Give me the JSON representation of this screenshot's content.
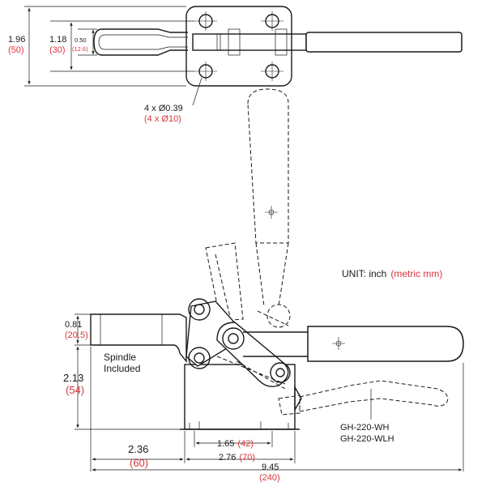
{
  "colors": {
    "ink": "#1a1a1a",
    "metric": "#d9353a"
  },
  "unit": {
    "label": "UNIT:  inch",
    "metric": "(metric mm)"
  },
  "top_view": {
    "h_outer": "1.96",
    "h_outer_mm": "(50)",
    "h_mid": "1.18",
    "h_mid_mm": "(30)",
    "h_slot": "0.50",
    "h_slot_mm": "(12.6)",
    "holes": "4 x Ø0.39",
    "holes_mm": "(4 x Ø10)"
  },
  "side_view": {
    "spindle_line1": "Spindle",
    "spindle_line2": "Included",
    "arm_h": "0.81",
    "arm_h_mm": "(20.5)",
    "body_h": "2.13",
    "body_h_mm": "(54)",
    "reach": "2.36",
    "reach_mm": "(60)",
    "hole_span": "1.65",
    "hole_span_mm": "(42)",
    "base_len": "2.76",
    "base_len_mm": "(70)",
    "total_len": "9.45",
    "total_len_mm": "(240)",
    "model1": "GH-220-WH",
    "model2": "GH-220-WLH"
  }
}
